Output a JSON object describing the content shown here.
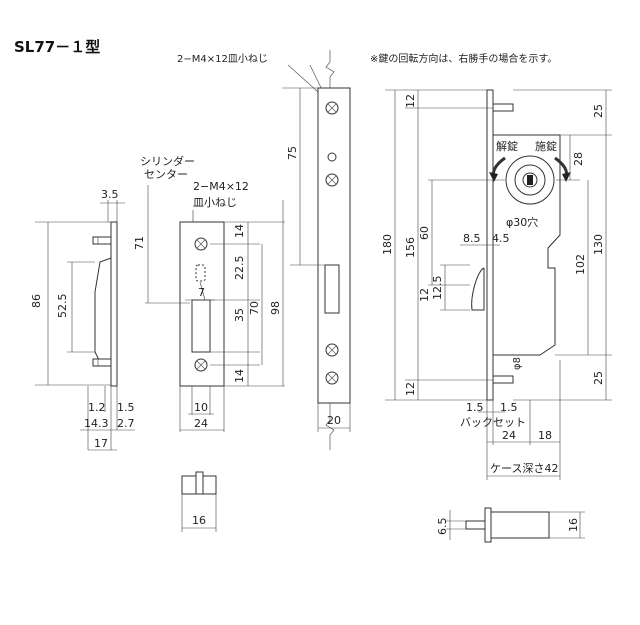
{
  "title": "SL77－１型",
  "notes": {
    "screw_top": "2−M4×12皿小ねじ",
    "rotation_note": "※鍵の回転方向は、右勝手の場合を示す。",
    "cylinder_center": "シリンダー",
    "cylinder_center2": "センター",
    "strike_screw_l1": "2−M4×12",
    "strike_screw_l2": "皿小ねじ",
    "unlock": "解錠",
    "lock": "施錠",
    "hole": "φ30穴",
    "backset": "バックセット",
    "case_depth": "ケース深さ42",
    "phi8": "φ8"
  },
  "dims": {
    "side": {
      "d35": "3.5",
      "d86": "86",
      "d52_5": "52.5",
      "d1_2": "1.2",
      "d1_5": "1.5",
      "d14_3": "14.3",
      "d2_7": "2.7",
      "d17": "17"
    },
    "strike": {
      "d71": "71",
      "d14a": "14",
      "d22_5": "22.5",
      "d7": "7",
      "d35": "35",
      "d70": "70",
      "d98": "98",
      "d14b": "14",
      "d10": "10",
      "d24": "24",
      "d16": "16"
    },
    "face": {
      "d75": "75",
      "d20": "20"
    },
    "body": {
      "d12a": "12",
      "d25a": "25",
      "d180": "180",
      "d156": "156",
      "d60": "60",
      "d28": "28",
      "d130": "130",
      "d102": "102",
      "d8_5": "8.5",
      "d4_5": "4.5",
      "d12_5": "12.5",
      "d12b": "12",
      "d12c": "12",
      "d25b": "25",
      "d1_5a": "1.5",
      "d1_5b": "1.5",
      "d24": "24",
      "d18": "18",
      "d6_5": "6.5",
      "d16": "16"
    }
  }
}
